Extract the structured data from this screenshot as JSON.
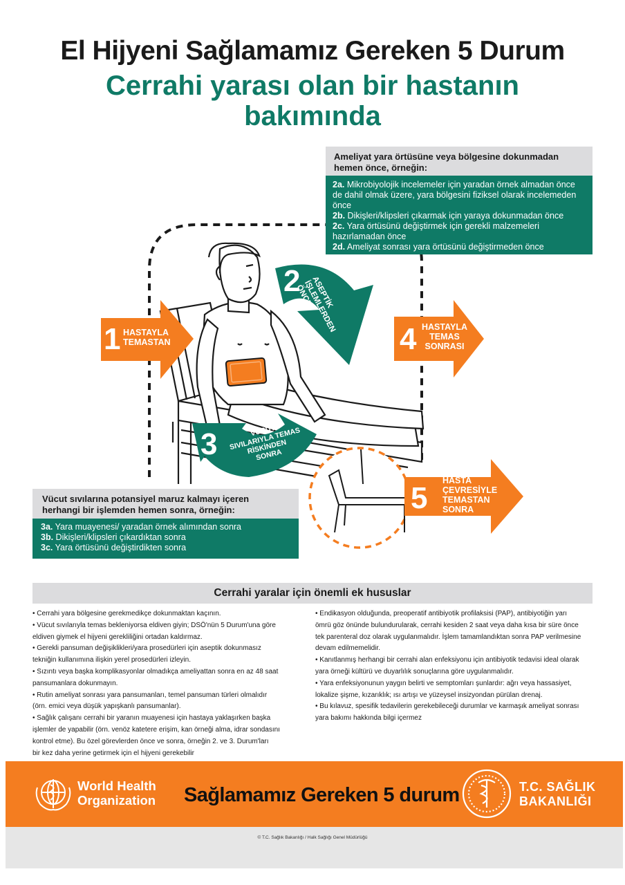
{
  "header": {
    "title": "El Hijyeni Sağlamamız Gereken 5 Durum",
    "subtitle_line1": "Cerrahi yarası olan bir hastanın",
    "subtitle_line2": "bakımında"
  },
  "moments": [
    {
      "num": "1",
      "line1": "HASTAYLA",
      "line2": "TEMASTAN"
    },
    {
      "num": "2",
      "line1": "ASEPTİK",
      "line2": "İŞLEMLERDEN",
      "line3": "ÖNCE"
    },
    {
      "num": "3",
      "line1": "VÜCUT",
      "line2": "SIVILARIYLA TEMAS",
      "line3": "RİSKİNDEN",
      "line4": "SONRA"
    },
    {
      "num": "4",
      "line1": "HASTAYLA",
      "line2": "TEMAS",
      "line3": "SONRASI"
    },
    {
      "num": "5",
      "line1": "HASTA",
      "line2": "ÇEVRESİYLE",
      "line3": "TEMASTAN",
      "line4": "SONRA"
    }
  ],
  "box2": {
    "heading": "Ameliyat yara örtüsüne veya bölgesine dokunmadan hemen önce, örneğin:",
    "items": [
      {
        "code": "2a.",
        "text": " Mikrobiyolojik incelemeler için yaradan örnek almadan önce de dahil olmak üzere, yara bölgesini fiziksel olarak incelemeden önce"
      },
      {
        "code": "2b.",
        "text": " Dikişleri/klipsleri çıkarmak için yaraya dokunmadan önce"
      },
      {
        "code": "2c.",
        "text": " Yara örtüsünü değiştirmek için gerekli malzemeleri hazırlamadan önce"
      },
      {
        "code": "2d.",
        "text": " Ameliyat sonrası yara örtüsünü değiştirmeden önce"
      }
    ]
  },
  "box3": {
    "heading": "Vücut sıvılarına potansiyel maruz kalmayı içeren herhangi bir işlemden hemen sonra, örneğin:",
    "items": [
      {
        "code": "3a.",
        "text": " Yara muayenesi/ yaradan örnek alımından sonra"
      },
      {
        "code": "3b.",
        "text": " Dikişleri/klipsleri çıkardıktan sonra"
      },
      {
        "code": "3c.",
        "text": " Yara örtüsünü değiştirdikten sonra"
      }
    ]
  },
  "notes": {
    "heading": "Cerrahi yaralar için önemli ek hususlar",
    "left": [
      "• Cerrahi yara bölgesine gerekmedikçe dokunmaktan kaçının.",
      "• Vücut sıvılarıyla temas bekleniyorsa eldiven giyin; DSÖ'nün 5 Durum'una göre",
      "eldiven giymek el hijyeni gerekliliğini ortadan kaldırmaz.",
      "• Gerekli pansuman değişiklikleri/yara prosedürleri için aseptik dokunmasız",
      "tekniğin kullanımına ilişkin yerel prosedürleri izleyin.",
      "• Sızıntı veya başka komplikasyonlar olmadıkça ameliyattan sonra en az 48 saat",
      "pansumanlara dokunmayın.",
      "• Rutin ameliyat sonrası yara pansumanları, temel pansuman türleri olmalıdır",
      "(örn. emici veya düşük yapışkanlı pansumanlar).",
      "• Sağlık çalışanı cerrahi bir yaranın muayenesi için hastaya yaklaşırken başka",
      "işlemler de yapabilir (örn. venöz katetere erişim, kan örneği alma, idrar sondasını",
      "kontrol etme). Bu özel görevlerden önce ve sonra, örneğin 2. ve 3. Durum'ları",
      "bir kez daha yerine getirmek için el hijyeni gerekebilir"
    ],
    "right": [
      "• Endikasyon olduğunda, preoperatif antibiyotik profilaksisi (PAP), antibiyotiğin yarı",
      "ömrü göz önünde bulundurularak, cerrahi kesiden 2 saat veya daha kısa bir süre önce",
      "tek parenteral doz olarak uygulanmalıdır. İşlem tamamlandıktan sonra PAP verilmesine",
      "devam edilmemelidir.",
      "• Kanıtlanmış herhangi bir cerrahi alan enfeksiyonu için antibiyotik tedavisi ideal olarak",
      "yara örneği kültürü ve duyarlılık sonuçlarına göre uygulanmalıdır.",
      "• Yara enfeksiyonunun yaygın belirti ve semptomları şunlardır: ağrı veya hassasiyet,",
      "lokalize şişme, kızarıklık; ısı artışı ve yüzeysel insizyondan pürülan drenaj.",
      "• Bu kılavuz, spesifik tedavilerin gerekebileceği durumlar ve karmaşık ameliyat sonrası",
      "yara bakımı hakkında bilgi içermez"
    ]
  },
  "footer": {
    "who_line1": "World Health",
    "who_line2": "Organization",
    "center_text": "Sağlamamız Gereken 5 durum",
    "ministry_line1": "T.C. SAĞLIK",
    "ministry_line2": "BAKANLIĞI",
    "copyright": "© T.C. Sağlık Bakanlığı / Halk Sağlığı Genel Müdürlüğü"
  },
  "colors": {
    "green": "#0f7a66",
    "orange": "#f47d20",
    "grey": "#dcdcde"
  },
  "icons": [
    "who-emblem-icon",
    "ministry-emblem-icon"
  ]
}
